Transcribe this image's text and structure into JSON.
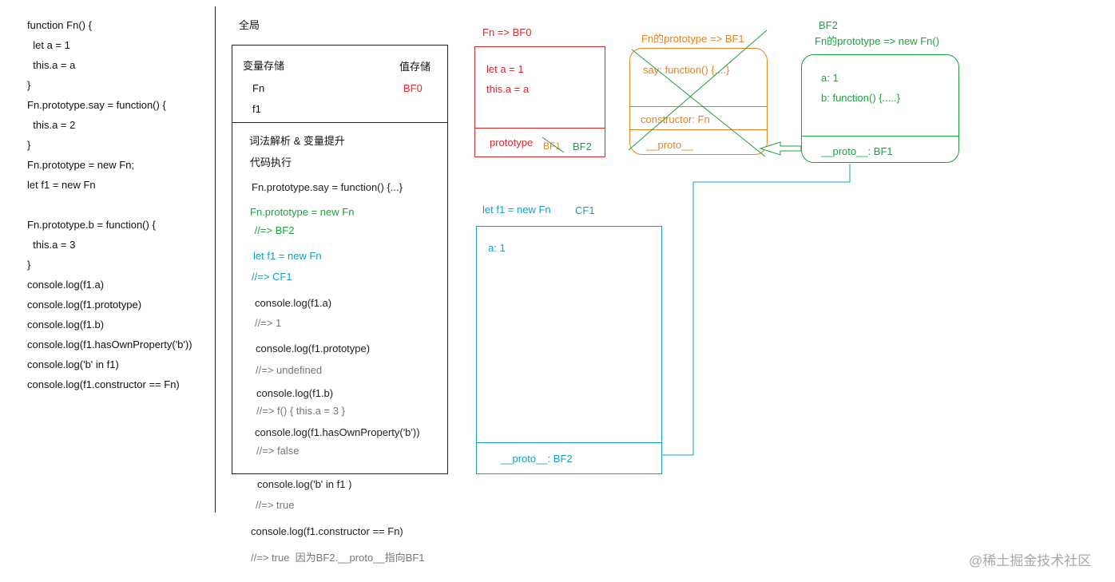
{
  "code_lines": [
    "function Fn() {",
    "  let a = 1",
    "  this.a = a",
    "}",
    "Fn.prototype.say = function() {",
    "  this.a = 2",
    "}",
    "Fn.prototype = new Fn;",
    "let f1 = new Fn",
    "",
    "Fn.prototype.b = function() {",
    "  this.a = 3",
    "}",
    "console.log(f1.a)",
    "console.log(f1.prototype)",
    "console.log(f1.b)",
    "console.log(f1.hasOwnProperty('b'))",
    "console.log('b' in f1)",
    "console.log(f1.constructor == Fn)"
  ],
  "global": {
    "title": "全局",
    "var_storage": "变量存储",
    "value_storage": "值存储",
    "var_fn": "Fn",
    "var_f1": "f1",
    "val_bf0": "BF0",
    "lexical": "词法解析 & 变量提升",
    "exec": "代码执行",
    "steps": [
      {
        "text": "Fn.prototype.say = function() {...}",
        "color": "#222222"
      },
      {
        "text": "Fn.prototype = new Fn",
        "color": "#1aa33c"
      },
      {
        "text": " //=> BF2",
        "color": "#1aa33c"
      },
      {
        "text": "let f1 = new Fn",
        "color": "#13a0c8"
      },
      {
        "text": "//=> CF1",
        "color": "#13a0c8"
      },
      {
        "text": "console.log(f1.a)",
        "color": "#222222"
      },
      {
        "text": "//=> 1",
        "color": "#777777"
      },
      {
        "text": "console.log(f1.prototype)",
        "color": "#222222"
      },
      {
        "text": "//=> undefined",
        "color": "#777777"
      },
      {
        "text": "console.log(f1.b)",
        "color": "#222222"
      },
      {
        "text": "//=> f() { this.a = 3 }",
        "color": "#777777"
      },
      {
        "text": "console.log(f1.hasOwnProperty('b'))",
        "color": "#222222"
      },
      {
        "text": "//=> false",
        "color": "#777777"
      },
      {
        "text": "console.log('b' in f1 )",
        "color": "#222222"
      },
      {
        "text": "//=> true",
        "color": "#777777"
      },
      {
        "text": "console.log(f1.constructor == Fn)",
        "color": "#222222"
      },
      {
        "text": "//=> true  因为BF2.__proto__指向BF1",
        "color": "#777777"
      }
    ]
  },
  "bf0": {
    "label": "Fn => BF0",
    "line1": "let a = 1",
    "line2": "this.a = a",
    "prototype": "prototype",
    "bf1_struck": "BF1",
    "bf2": "BF2",
    "color": "#e0242b"
  },
  "bf1": {
    "label": "Fn的prototype => BF1",
    "say": "say: function() {....}",
    "constructor": "constructor: Fn",
    "proto": "__proto__",
    "color": "#e8821e",
    "cross_color": "#1aa33c"
  },
  "bf2": {
    "label1": "BF2",
    "label2": "Fn的prototype => new Fn()",
    "a": "a: 1",
    "b": "b: function() {.....}",
    "proto": "__proto__: BF1",
    "color": "#1aa33c"
  },
  "cf1": {
    "label": "let f1 = new Fn",
    "label_id": "CF1",
    "a": "a: 1",
    "proto": "__proto__: BF2",
    "color": "#13a0c8"
  },
  "watermark": "@稀土掘金技术社区"
}
